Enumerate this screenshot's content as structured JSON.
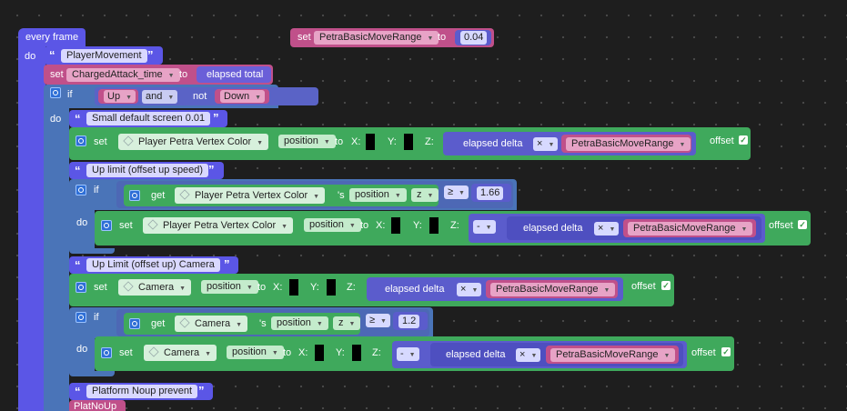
{
  "top_block": {
    "set": "set",
    "variable": "PetraBasicMoveRange",
    "to": "to",
    "value": "0.04"
  },
  "event": {
    "label": "every frame",
    "do": "do"
  },
  "comments": {
    "c1": "PlayerMovement",
    "c2": "Small default screen  0.01",
    "c3": "Up limit (offset up speed)",
    "c4": "Up Limit (offset up) Camera",
    "c5": "Platform Noup prevent"
  },
  "set_charged": {
    "set": "set",
    "variable": "ChargedAttack_time",
    "to": "to",
    "value": "elapsed total"
  },
  "if_main": {
    "if": "if",
    "do": "do",
    "left": "Up",
    "op": "and",
    "not": "not",
    "right": "Down"
  },
  "common": {
    "set": "set",
    "get": "get",
    "to": "to",
    "x": "X:",
    "y": "Y:",
    "z": "Z:",
    "offset": "offset",
    "check": "✓",
    "position": "position",
    "poss": "'s",
    "elapsed_delta": "elapsed delta",
    "times": "×",
    "minus": "-",
    "gte": "≥",
    "var": "PetraBasicMoveRange",
    "if": "if",
    "do": "do",
    "z_axis": "z"
  },
  "objects": {
    "petra": "Player Petra Vertex Color",
    "camera": "Camera"
  },
  "values": {
    "v1": "1.66",
    "v2": "1.2"
  },
  "partial": {
    "label": "PlatNoUp"
  }
}
